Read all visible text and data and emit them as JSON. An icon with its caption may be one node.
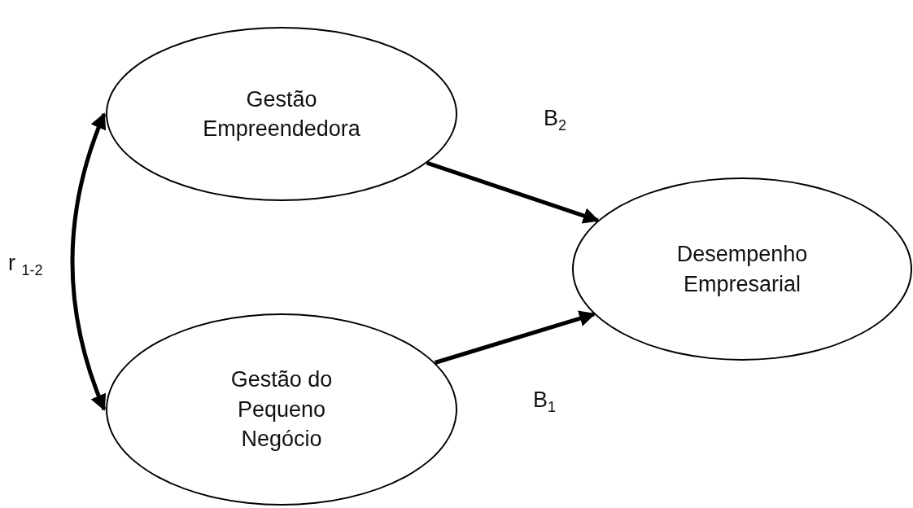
{
  "diagram": {
    "nodes": [
      {
        "text": [
          "Gestão Empreendedora"
        ]
      },
      {
        "text": [
          "Gestão do Pequeno Negócio"
        ]
      },
      {
        "text": [
          "Desempenho Empresarial"
        ]
      }
    ],
    "edges": [
      {
        "from": 0,
        "to": 1,
        "arrow": "both",
        "label": "r $_{1-2}$"
      },
      {
        "from": 0,
        "to": 2,
        "arrow": "to",
        "label": "B$_{2}$"
      },
      {
        "from": 1,
        "to": 2,
        "arrow": "to",
        "label": "B$_{1}$"
      }
    ]
  }
}
